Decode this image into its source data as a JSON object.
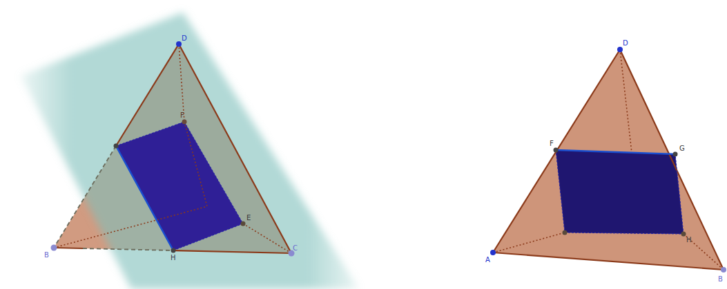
{
  "diagram": {
    "labels": [
      "D",
      "F",
      "E",
      "B",
      "H",
      "C",
      "D",
      "F",
      "G",
      "A",
      "H",
      "B"
    ]
  }
}
